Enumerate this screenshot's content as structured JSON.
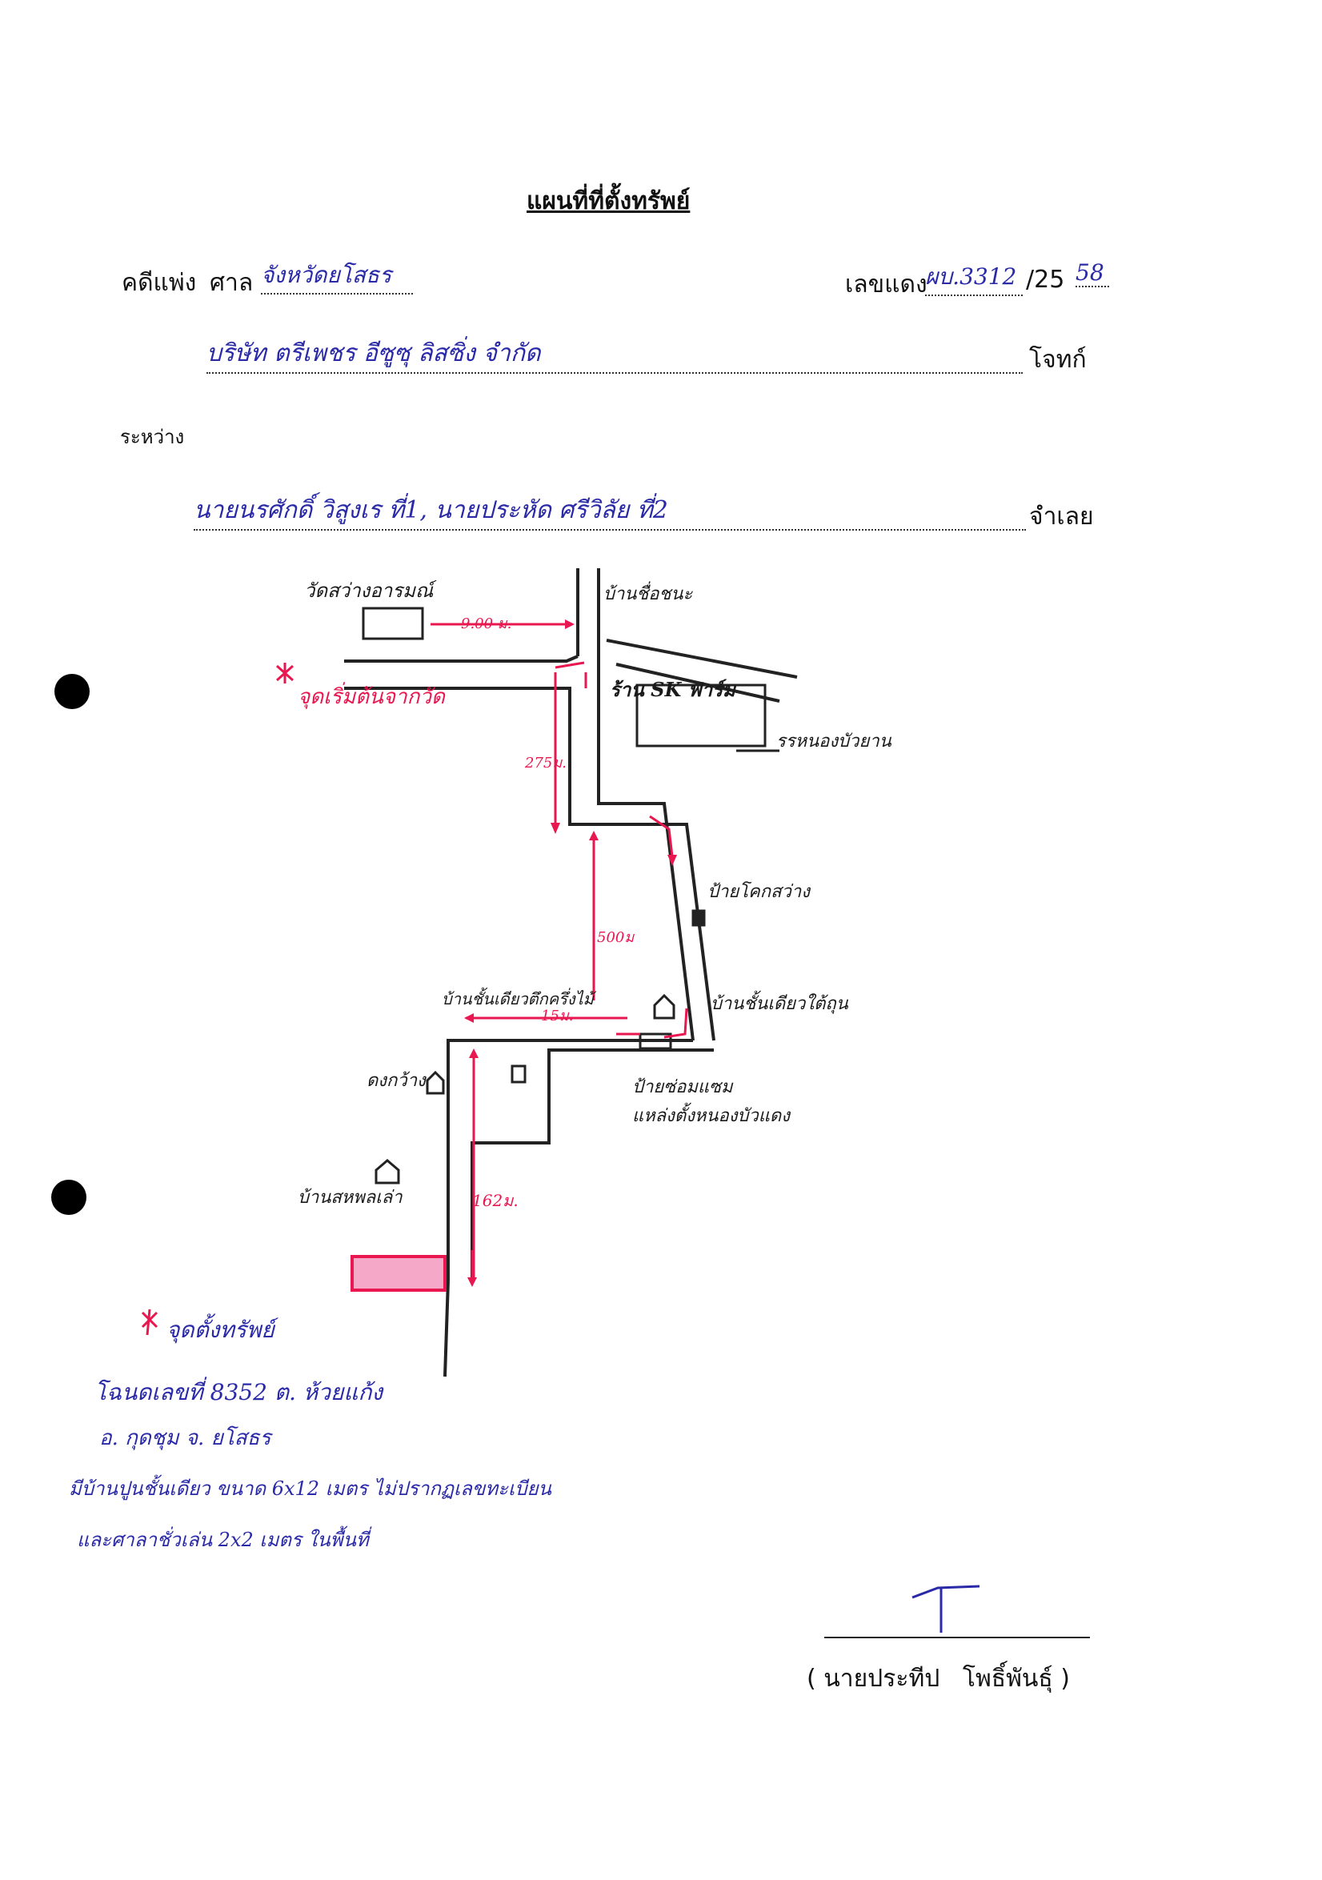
{
  "header": {
    "title": "แผนที่ที่ตั้งทรัพย์",
    "case_label": "คดีแพ่ง",
    "court_label": "ศาล",
    "court_value": "จังหวัดยโสธร",
    "red_number_label": "เลขแดง",
    "red_number_value": "ผบ.3312",
    "red_number_year": "/25",
    "red_number_year_hand": "58"
  },
  "parties": {
    "plaintiff_value": "บริษัท ตรีเพชร อีซูซุ ลิสซิ่ง จำกัด",
    "plaintiff_label": "โจทก์",
    "between_label": "ระหว่าง",
    "defendant_value": "นายนรศักดิ์ วิสูงเร ที่1, นายประหัด ศรีวิลัย ที่2",
    "defendant_label": "จำเลย"
  },
  "map_labels": {
    "temple": "วัดสว่างอารมณ์",
    "distance_top": "9.00 ม.",
    "house_top_right": "บ้านชื่อชนะ",
    "shop_sk": "ร้าน SK ฟาร์ม",
    "school": "รรหนองบัวยาน",
    "start_point": "จุดเริ่มต้นจากวัด",
    "distance_275": "275ม.",
    "sign_kokswang": "ป้ายโคกสว่าง",
    "distance_500": "500ม",
    "house_two_storey": "บ้านชั้นเดียวตึกครึ่งไม้",
    "distance_15": "15ม.",
    "house_right": "บ้านชั้นเดียวใต้ถุน",
    "sign_repair": "ป้ายซ่อมแซม",
    "sign_repair_2": "แหล่งตั้งหนองบัวแดง",
    "dog_house": "ดงกว้าง",
    "house_bottom": "บ้านสหพลเล่า",
    "distance_162": "162ม."
  },
  "notes": {
    "legend": "จุดตั้งทรัพย์",
    "line1": "โฉนดเลขที่ 8352 ต. ห้วยแก้ง",
    "line2": "อ. กุดชุม จ. ยโสธร",
    "line3": "มีบ้านปูนชั้นเดียว ขนาด 6x12 เมตร ไม่ปรากฏเลขทะเบียน",
    "line4": "และศาลาชั่วเล่น 2x2 เมตร ในพื้นที่"
  },
  "signature": {
    "name": "( นายประทีป   โพธิ์พันธุ์ )"
  },
  "colors": {
    "ink_blue": "#2a2aa8",
    "ink_red": "#e8174f",
    "highlight_pink": "#f6a8c8"
  }
}
